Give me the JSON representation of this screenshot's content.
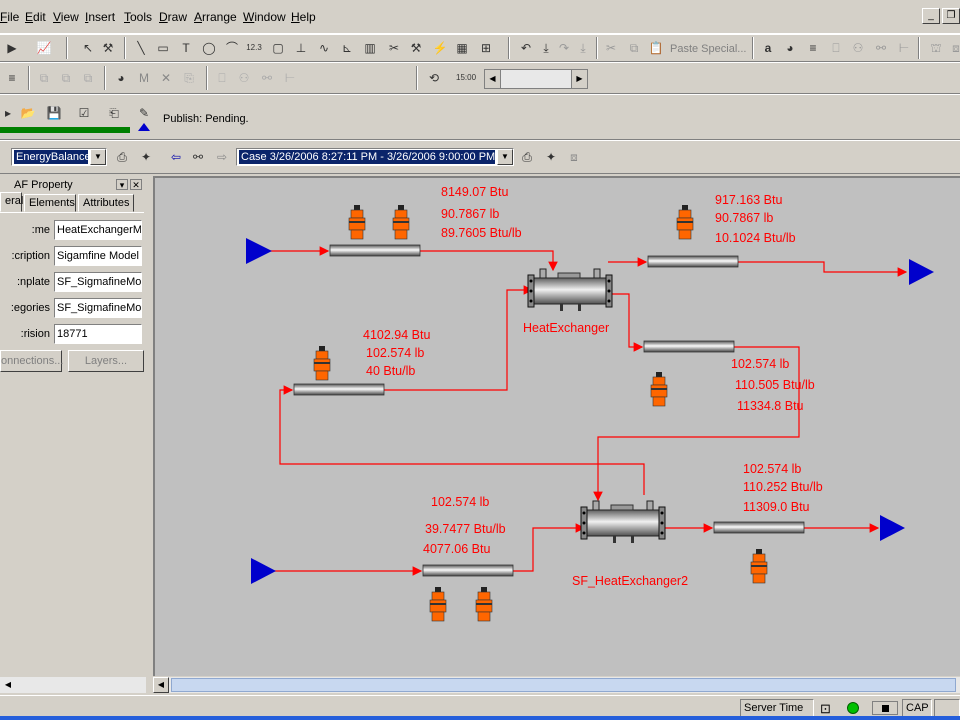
{
  "menu": {
    "items": [
      "File",
      "Edit",
      "View",
      "Insert",
      "Tools",
      "Draw",
      "Arrange",
      "Window",
      "Help"
    ],
    "underline": [
      "F",
      "E",
      "V",
      "I",
      "T",
      "D",
      "A",
      "W",
      "H"
    ]
  },
  "toolbar": {
    "zoom_label": "12.3",
    "paste_special": "Paste Special...",
    "publish_status": "Publish: Pending.",
    "model_combo": "EnergyBalance",
    "case_combo": "Case 3/26/2006 8:27:11 PM - 3/26/2006 9:00:00 PM",
    "time_label": "15:00"
  },
  "af_panel": {
    "title": "AF Property",
    "tabs": [
      "eral",
      "Elements",
      "Attributes"
    ],
    "rows": [
      {
        "label": "me:",
        "value": "HeatExchangerM"
      },
      {
        "label": "cription:",
        "value": "Sigamfine Model"
      },
      {
        "label": "nplate:",
        "value": "SF_SigmafineMo"
      },
      {
        "label": "egories:",
        "value": "SF_SigmafineMo"
      },
      {
        "label": "rision:",
        "value": "18771"
      }
    ],
    "buttons": [
      "onnections...",
      "Layers..."
    ]
  },
  "diagram": {
    "hx1_name": "HeatExchanger",
    "hx2_name": "SF_HeatExchanger2",
    "labels": {
      "s1_energy": "8149.07 Btu",
      "s1_mass": "90.7867 lb",
      "s1_specific": "89.7605 Btu/lb",
      "s2_energy": "917.163 Btu",
      "s2_mass": "90.7867 lb",
      "s2_specific": "10.1024 Btu/lb",
      "s3_energy": "4102.94 Btu",
      "s3_mass": "102.574 lb",
      "s3_specific": "40 Btu/lb",
      "s4_mass": "102.574 lb",
      "s4_specific": "110.505 Btu/lb",
      "s4_energy": "11334.8 Btu",
      "s5_mass": "102.574 lb",
      "s5_specific": "39.7477 Btu/lb",
      "s5_energy": "4077.06 Btu",
      "s6_mass": "102.574 lb",
      "s6_specific": "110.252 Btu/lb",
      "s6_energy": "11309.0 Btu"
    },
    "colors": {
      "line": "#ff0000",
      "arrow": "#0000cc",
      "sensor": "#ff6600"
    }
  },
  "status": {
    "server_time": "Server Time",
    "caps": "CAP"
  }
}
